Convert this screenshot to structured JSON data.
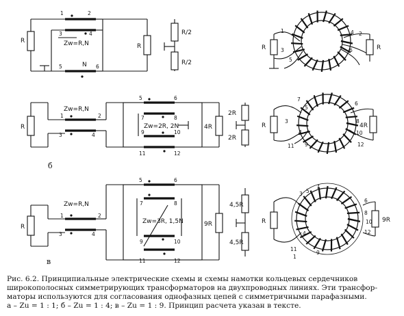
{
  "top": {
    "left": {
      "r": "R",
      "zw": "Zw=R,N",
      "n": "N",
      "pins": [
        "1",
        "2",
        "3",
        "4",
        "5",
        "6"
      ]
    },
    "right": {
      "r": "R",
      "r_half_top": "R/2",
      "r_half_bot": "R/2"
    },
    "winding": {
      "r_left": "R",
      "r_right": "R",
      "pins": [
        "1",
        "3",
        "5",
        "4",
        "2",
        "6"
      ]
    }
  },
  "mid": {
    "letter": "б",
    "left": {
      "r": "R",
      "zw": "Zw=R,N",
      "pins": [
        "1",
        "2",
        "3",
        "4"
      ]
    },
    "stack": {
      "zw": "Zw=2R, 2N",
      "pins": [
        "5",
        "6",
        "7",
        "8",
        "9",
        "10",
        "11",
        "12"
      ]
    },
    "right": {
      "r": "4R",
      "r_top": "2R",
      "r_bot": "2R"
    },
    "winding": {
      "r_left": "R",
      "r_right": "4R",
      "pins": [
        "7",
        "5",
        "6",
        "3",
        "8",
        "4",
        "10",
        "11",
        "9",
        "12"
      ]
    }
  },
  "bot": {
    "letter": "в",
    "left": {
      "r": "R",
      "zw": "Zw=R,N",
      "pins": [
        "1",
        "2",
        "3",
        "4"
      ]
    },
    "stack": {
      "zw": "Zw=3R, 1,5N",
      "pins": [
        "5",
        "6",
        "7",
        "8",
        "9",
        "10",
        "11",
        "12"
      ]
    },
    "right": {
      "r": "9R",
      "r_top": "4,5R",
      "r_bot": "4,5R"
    },
    "winding": {
      "r_left": "R",
      "r_right": "9R",
      "pins": [
        "3",
        "5",
        "7",
        "6",
        "8",
        "10",
        "4",
        "12",
        "11",
        "9",
        "1"
      ]
    }
  },
  "caption": {
    "lines": [
      "Рис. 6.2. Принципиальные электрические схемы и схемы намотки кольцевых сердечников",
      "широкополосных симметрирующих трансформаторов на двухпроводных линиях. Эти трансфор-",
      "маторы используются для согласования однофазных цепей с симметричными парафазными.",
      "а – Zu = 1 : 1;  б – Zu = 1 : 4;  в – Zu = 1 : 9.  Принцип расчета указан в тексте."
    ]
  }
}
